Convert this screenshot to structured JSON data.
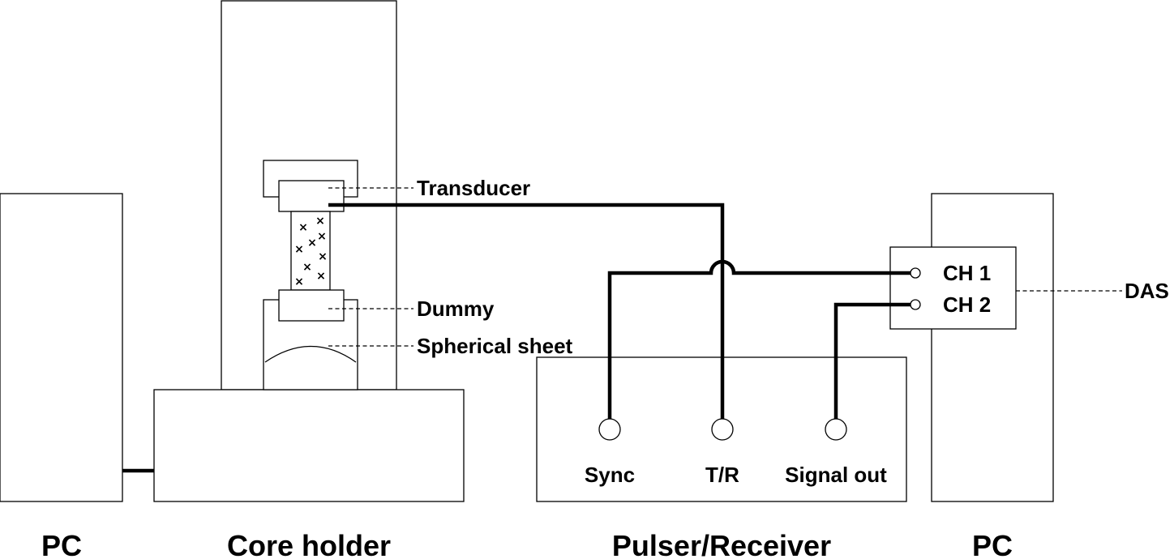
{
  "labels": {
    "transducer": "Transducer",
    "dummy": "Dummy",
    "spherical_sheet": "Spherical sheet",
    "das": "DAS",
    "ch1": "CH 1",
    "ch2": "CH 2",
    "sync": "Sync",
    "tr": "T/R",
    "signal_out": "Signal out",
    "pc_left": "PC",
    "core_holder": "Core holder",
    "pulser_receiver": "Pulser/Receiver",
    "pc_right": "PC"
  },
  "colors": {
    "line": "#000000",
    "background": "#ffffff"
  }
}
